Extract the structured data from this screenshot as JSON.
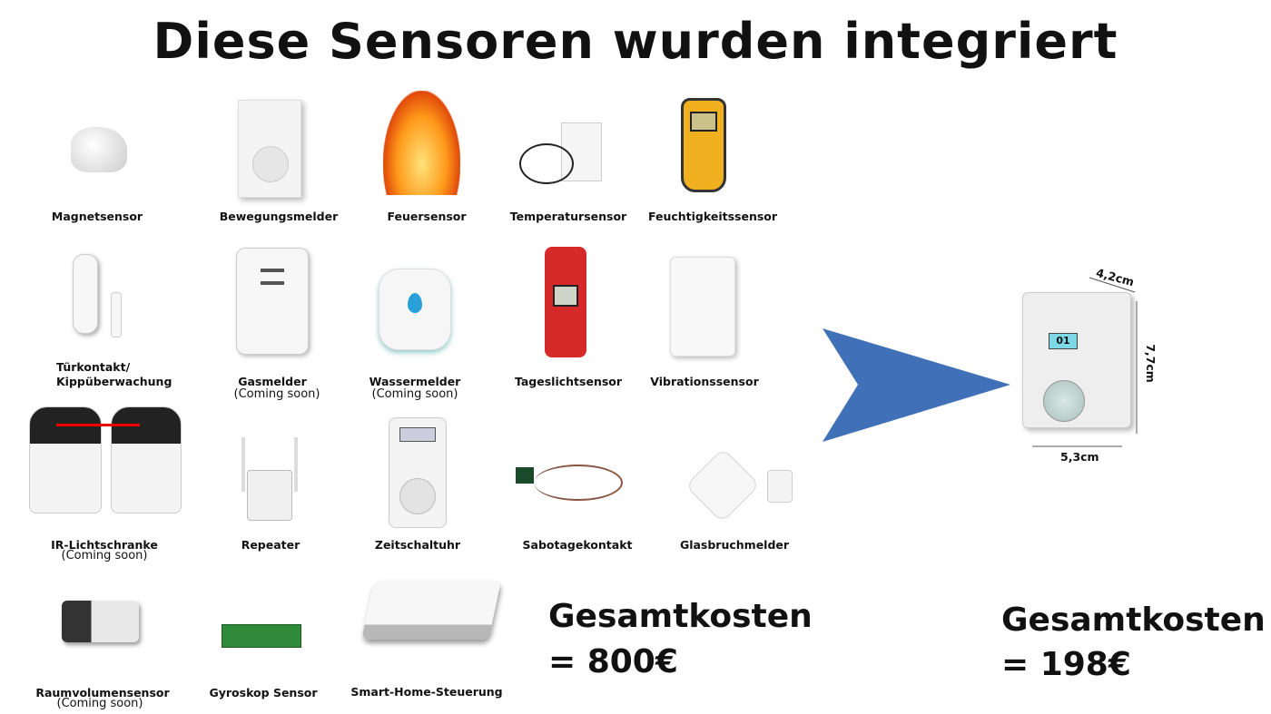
{
  "title": "Diese Sensoren wurden integriert",
  "coming_soon": "(Coming soon)",
  "sensors": [
    {
      "label": "Magnetsensor"
    },
    {
      "label": "Bewegungsmelder"
    },
    {
      "label": "Feuersensor"
    },
    {
      "label": "Temperatursensor"
    },
    {
      "label": "Feuchtigkeitssensor"
    },
    {
      "label_line1": "Türkontakt/",
      "label_line2": "Kippüberwachung"
    },
    {
      "label": "Gasmelder",
      "status": "(Coming soon)"
    },
    {
      "label": "Wassermelder",
      "status": "(Coming soon)"
    },
    {
      "label": "Tageslichtsensor"
    },
    {
      "label": "Vibrationssensor"
    },
    {
      "label": "IR-Lichtschranke",
      "status": "(Coming soon)"
    },
    {
      "label": "Repeater"
    },
    {
      "label": "Zeitschaltuhr"
    },
    {
      "label": "Sabotagekontakt"
    },
    {
      "label": "Glasbruchmelder"
    },
    {
      "label": "Raumvolumensensor",
      "status": "(Coming soon)"
    },
    {
      "label": "Gyroskop Sensor"
    },
    {
      "label": "Smart-Home-Steuerung"
    }
  ],
  "cost_left": {
    "line1": "Gesamtkosten",
    "line2": "= 800€"
  },
  "cost_right": {
    "line1": "Gesamtkosten",
    "line2": "= 198€"
  },
  "device": {
    "depth": "4,2cm",
    "height": "7,7cm",
    "width": "5,3cm",
    "display": "01"
  },
  "colors": {
    "arrow": "#4070b8"
  }
}
